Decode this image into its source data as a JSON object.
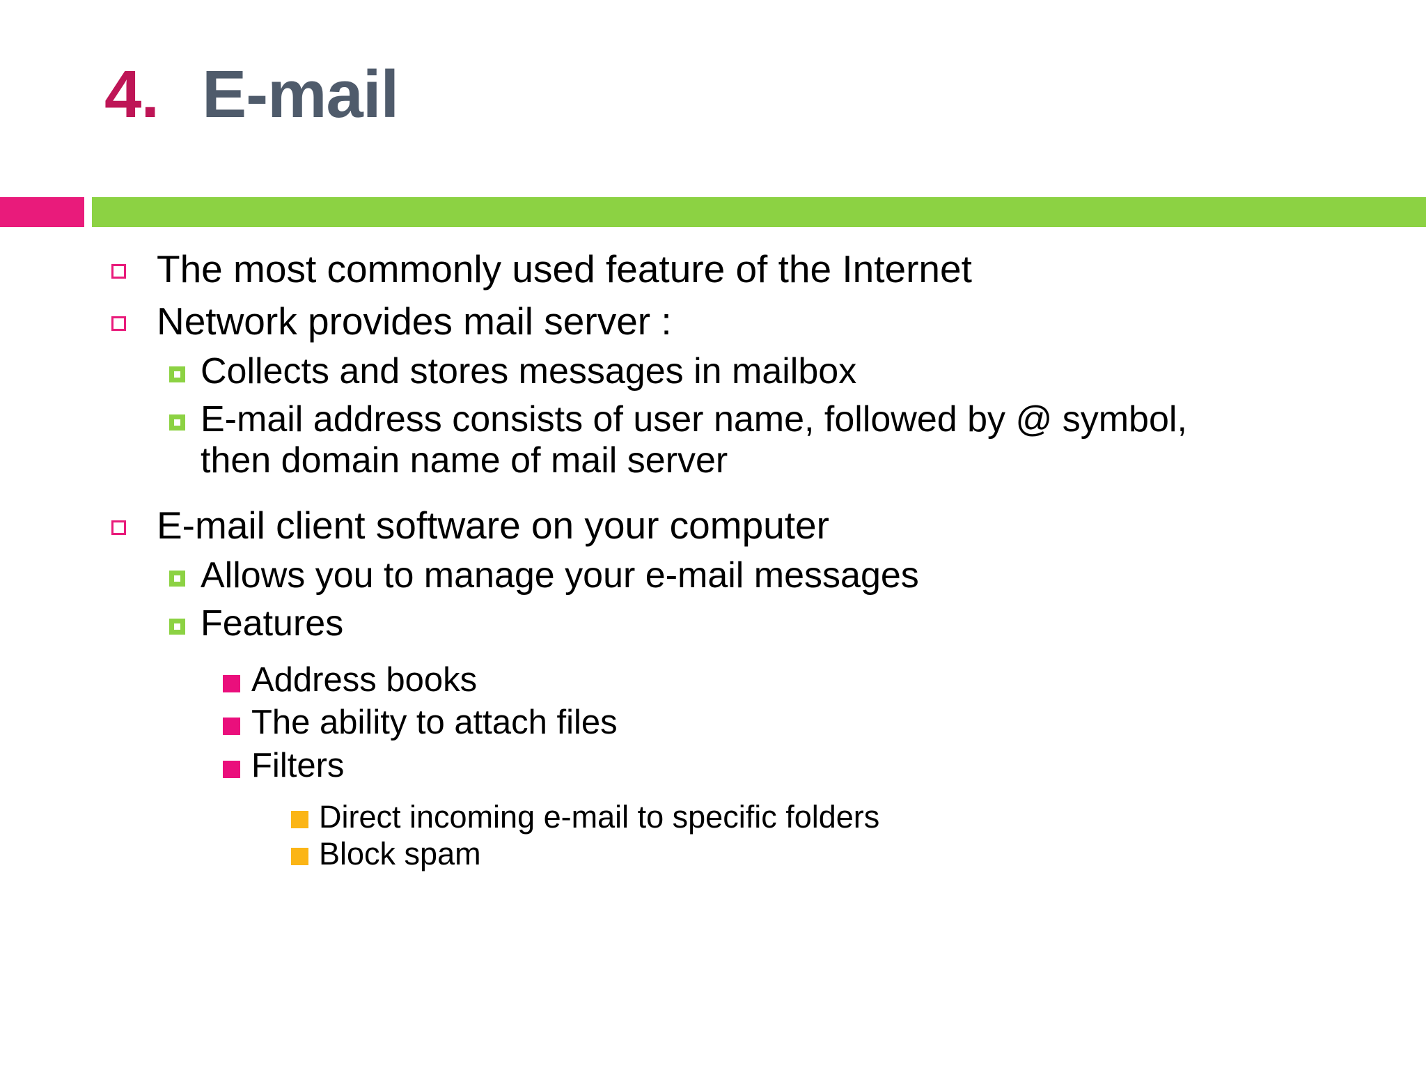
{
  "slide": {
    "title": {
      "number": "4.",
      "text": "E-mail"
    },
    "colors": {
      "title_number": "#be1556",
      "title_text": "#4f5b6b",
      "divider_accent": "#e91b7b",
      "divider_main": "#8cd243",
      "bullet_level1": "#e91b7b",
      "bullet_level2": "#8cd243",
      "bullet_level3": "#ea0f7c",
      "bullet_level4": "#fbb516",
      "body_text": "#000000",
      "background": "#ffffff"
    },
    "bullets": [
      {
        "level": 1,
        "marker": "hollow-pink-square-bullet",
        "text": "The most commonly used feature of the Internet"
      },
      {
        "level": 1,
        "marker": "hollow-pink-square-bullet",
        "text": "Network provides mail server :"
      },
      {
        "level": 2,
        "marker": "green-ringed-square-bullet",
        "text": "Collects and stores messages in mailbox"
      },
      {
        "level": 2,
        "marker": "green-ringed-square-bullet",
        "text": "E-mail address consists of user name, followed by @ symbol, then domain name of mail server"
      },
      {
        "level": 1,
        "marker": "hollow-pink-square-bullet",
        "text": "E-mail client software on your computer"
      },
      {
        "level": 2,
        "marker": "green-ringed-square-bullet",
        "text": "Allows you to manage your e-mail messages"
      },
      {
        "level": 2,
        "marker": "green-ringed-square-bullet",
        "text": "Features"
      },
      {
        "level": 3,
        "marker": "solid-pink-square-bullet",
        "text": "Address books"
      },
      {
        "level": 3,
        "marker": "solid-pink-square-bullet",
        "text": "The ability to attach files"
      },
      {
        "level": 3,
        "marker": "solid-pink-square-bullet",
        "text": "Filters"
      },
      {
        "level": 4,
        "marker": "solid-amber-square-bullet",
        "text": "Direct incoming e-mail to specific folders"
      },
      {
        "level": 4,
        "marker": "solid-amber-square-bullet",
        "text": "Block spam"
      }
    ]
  }
}
